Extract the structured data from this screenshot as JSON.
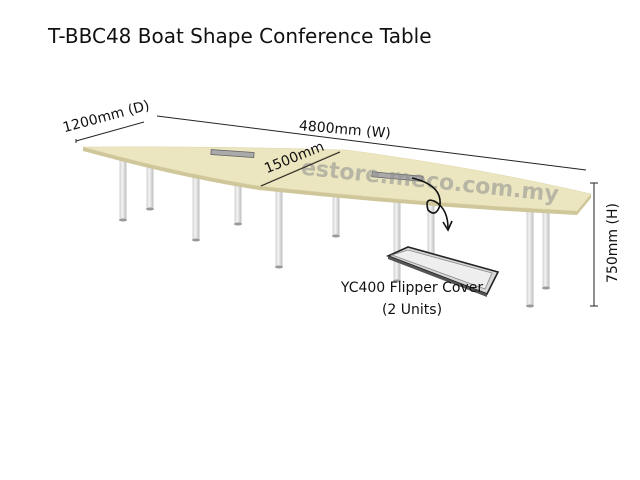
{
  "title": "T-BBC48 Boat Shape Conference Table",
  "dimensions": {
    "depth": "1200mm (D)",
    "width": "4800mm (W)",
    "segment": "1500mm",
    "height": "750mm (H)"
  },
  "watermark": "estore.meco.com.my",
  "accessory": {
    "name": "YC400 Flipper Cover",
    "quantity": "(2 Units)"
  },
  "colors": {
    "tabletop": "#ece6c0",
    "legs": "#e4e4e4"
  }
}
